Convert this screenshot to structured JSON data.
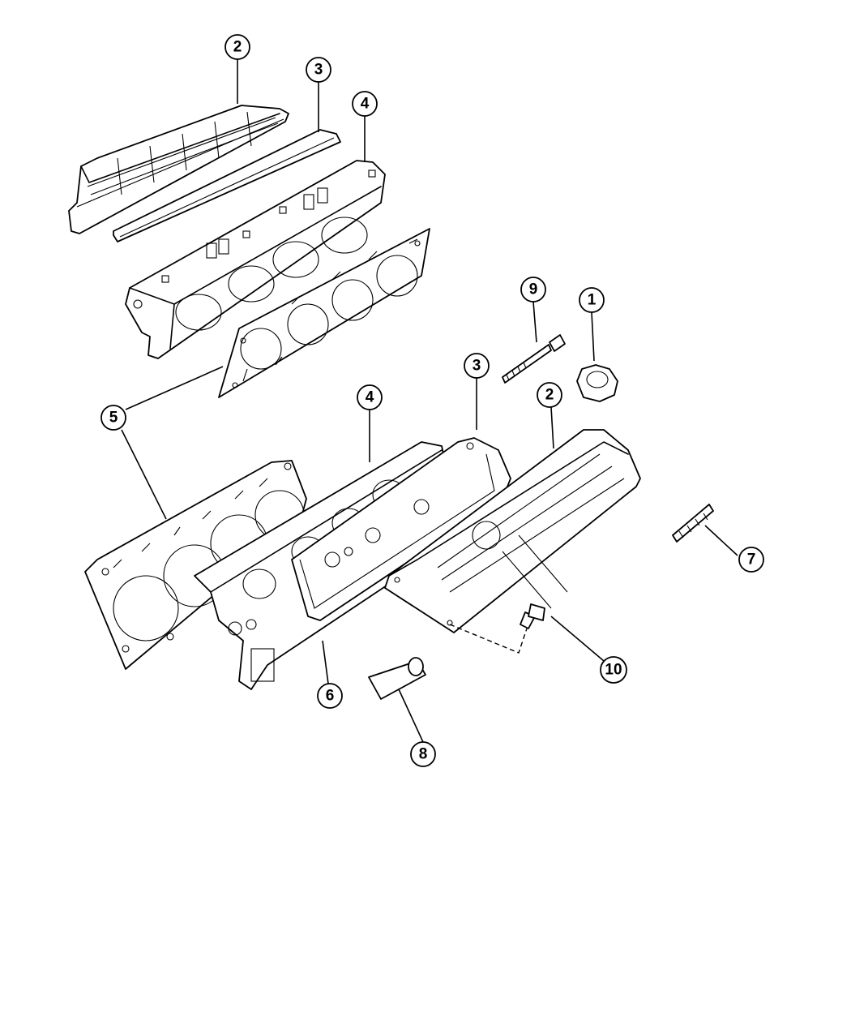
{
  "callouts": {
    "c1": "1",
    "c2a": "2",
    "c2b": "2",
    "c3a": "3",
    "c3b": "3",
    "c4a": "4",
    "c4b": "4",
    "c5": "5",
    "c6": "6",
    "c7": "7",
    "c8": "8",
    "c9": "9",
    "c10": "10"
  }
}
